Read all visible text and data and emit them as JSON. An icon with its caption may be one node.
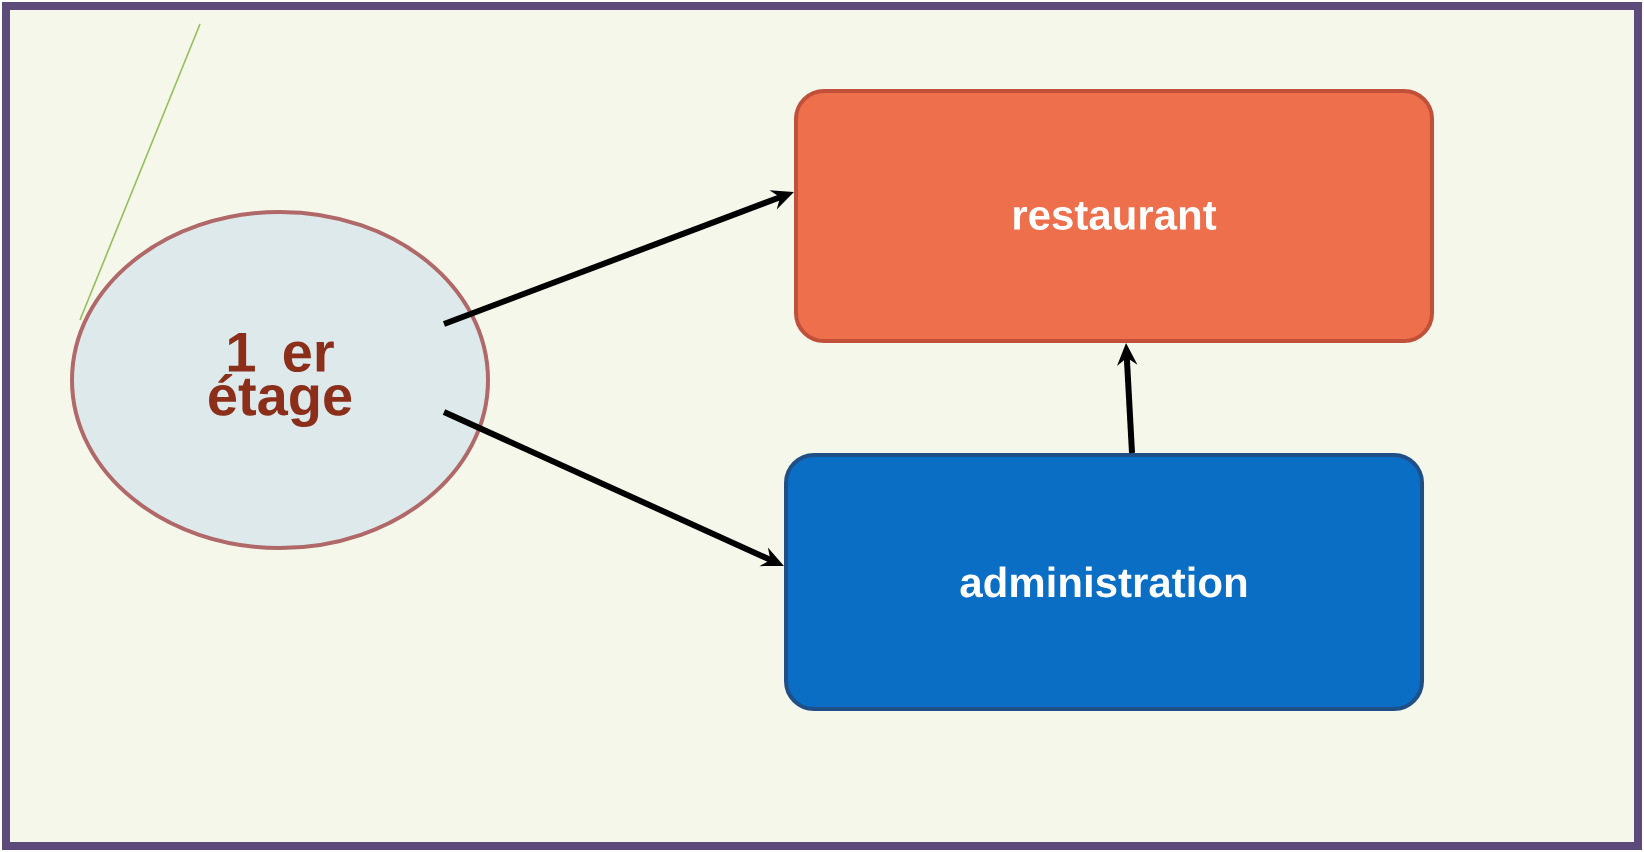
{
  "diagram": {
    "nodes": [
      {
        "text": [
          "1 er étage"
        ]
      },
      {
        "text": [
          "restaurant"
        ]
      },
      {
        "text": [
          "administration"
        ]
      }
    ],
    "edges": [
      {
        "from": 0,
        "to": 1,
        "arrow": "to"
      },
      {
        "from": 0,
        "to": 2,
        "arrow": "to"
      },
      {
        "from": 2,
        "to": 1,
        "arrow": "to"
      }
    ]
  }
}
